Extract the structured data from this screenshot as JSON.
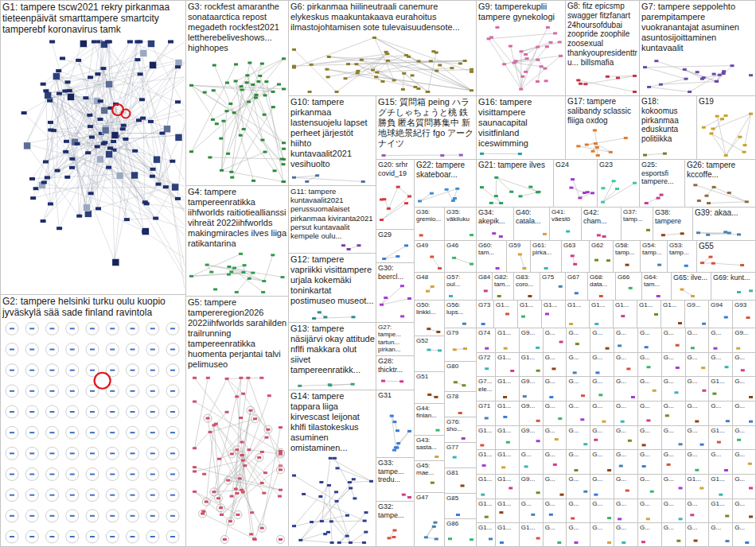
{
  "diagram": {
    "nodes": [
      {
        "text": [
          "G1: tampere tscw2021 rekry pirkanmaa tieteenpäivät smarttampere smartcity tamperebf koronavirus tamk"
        ]
      },
      {
        "text": [
          "G3: rockfest amaranthe sonataarctica repost megadeth rockfest2021 lettherebeliveshows... highhopes"
        ]
      },
      {
        "text": [
          "G6: pirkanmaa hiilineutraali canemure elykeskus maakuntakaava eurahoitus ilmastojohtamisen sote tulevaisuudensote..."
        ]
      },
      {
        "text": [
          "G9: tamperekuplii tampere gynekologi"
        ]
      },
      {
        "text": [
          "G8: fitz epicsmp swagger fitzfanart 24hoursofdubai zoopride zoophile zoosexual thankyoupresidenttru... billsmafia"
        ]
      },
      {
        "text": [
          "G7: tampere seppolehto parempitampere vuokranantajat asuminen asuntosijoittaminen kuntavaalit"
        ]
      },
      {
        "text": [
          "G10: tampere pirkanmaa lastensuojelu lapset perheet järjestöt hiihto kuntavaalit2021 vesihuolto"
        ]
      },
      {
        "text": [
          "G15: 質問箱 peing ハラグチしゃちょうと桃 鉄勝負 匿名質問募集中 新地球絶景紀行 fgo アークナイツ"
        ]
      },
      {
        "text": [
          "G16: tampere visittampere saunacapital visitfinland iceswimming"
        ]
      },
      {
        "text": [
          "G17: tampere salibandy sclassic fliiga oxdog"
        ]
      },
      {
        "text": [
          "G18: kokoomus pirkanmaa eduskunta politiikka"
        ]
      },
      {
        "text": [
          "G19"
        ]
      },
      {
        "text": [
          "G20: srhr covid_19"
        ]
      },
      {
        "text": [
          "G22: tampere skateboar..."
        ]
      },
      {
        "text": [
          "G21: tampere ilves"
        ]
      },
      {
        "text": [
          "G24"
        ]
      },
      {
        "text": [
          "G23"
        ]
      },
      {
        "text": [
          "G25: esportsfi tampere..."
        ]
      },
      {
        "text": [
          "G26: tampere kccoffe..."
        ]
      },
      {
        "text": [
          "G4: tampere tampereenratikka iihfworlds raitiotieallianssi vihreät 2022iihfworlds makingmiracles ilves liiga ratikantarina"
        ]
      },
      {
        "text": [
          "G11: tampere kuntavaalit2021 perussuomalaiset pirkanmaa kiviranta2021 persut kuntavaalit kempele oulu..."
        ]
      },
      {
        "text": [
          "G36: gremio..."
        ]
      },
      {
        "text": [
          "G35: väkiluku"
        ]
      },
      {
        "text": [
          "G34: akepik..."
        ]
      },
      {
        "text": [
          "G40: catala..."
        ]
      },
      {
        "text": [
          "G41: väestö"
        ]
      },
      {
        "text": [
          "G42: cham..."
        ]
      },
      {
        "text": [
          "G37: tamp..."
        ]
      },
      {
        "text": [
          "G38: tampere"
        ]
      },
      {
        "text": [
          "G39: akaa..."
        ]
      },
      {
        "text": [
          "G29"
        ]
      },
      {
        "text": [
          "G49"
        ]
      },
      {
        "text": [
          "G46"
        ]
      },
      {
        "text": [
          "G60: tam..."
        ]
      },
      {
        "text": [
          "G59"
        ]
      },
      {
        "text": [
          "G61: pirka..."
        ]
      },
      {
        "text": [
          "G63"
        ]
      },
      {
        "text": [
          "G62"
        ]
      },
      {
        "text": [
          "G58: tamp..."
        ]
      },
      {
        "text": [
          "G54: tamp..."
        ]
      },
      {
        "text": [
          "G53: tamp..."
        ]
      },
      {
        "text": [
          "G55"
        ]
      },
      {
        "text": [
          "G12: tampere vapriikki visittampere urjala kokemäki toninkartat postimuseo museot..."
        ]
      },
      {
        "text": [
          "G30: beercl..."
        ]
      },
      {
        "text": [
          "G48"
        ]
      },
      {
        "text": [
          "G57: oul..."
        ]
      },
      {
        "text": [
          "G84"
        ]
      },
      {
        "text": [
          "G82: tam..."
        ]
      },
      {
        "text": [
          "G83: coro..."
        ]
      },
      {
        "text": [
          "G75"
        ]
      },
      {
        "text": [
          "G67"
        ]
      },
      {
        "text": [
          "G68: data..."
        ]
      },
      {
        "text": [
          "G66"
        ]
      },
      {
        "text": [
          "G64: tam..."
        ]
      },
      {
        "text": [
          "G65: ilve..."
        ]
      },
      {
        "text": [
          "G69: kunt..."
        ]
      },
      {
        "text": [
          "G2: tampere helsinki turku oulu kuopio jyväskylä sää sade finland ravintola"
        ]
      },
      {
        "text": [
          "G5: tampere tampereregion2026 2022iihfworlds sarahilden trailrunning tampereenratikka huomenta perjantai talvi pelimuseo"
        ]
      },
      {
        "text": [
          "G50: linkki..."
        ]
      },
      {
        "text": [
          "G56: lups..."
        ]
      },
      {
        "text": [
          "G73"
        ]
      },
      {
        "text": [
          "G1..."
        ]
      },
      {
        "text": [
          "G1..."
        ]
      },
      {
        "text": [
          "G1..."
        ]
      },
      {
        "text": [
          "G1..."
        ]
      },
      {
        "text": [
          "G1..."
        ]
      },
      {
        "text": [
          "G1..."
        ]
      },
      {
        "text": [
          "G1..."
        ]
      },
      {
        "text": [
          "G1..."
        ]
      },
      {
        "text": [
          "G9..."
        ]
      },
      {
        "text": [
          "G94"
        ]
      },
      {
        "text": [
          "G93"
        ]
      },
      {
        "text": [
          "G13: tampere näsijärvi okay attitude nflfi makkara olut siivet tampereenratikk..."
        ]
      },
      {
        "text": [
          "G27: tampe... tartun... pirkan..."
        ]
      },
      {
        "text": [
          "G79"
        ]
      },
      {
        "text": [
          "G52"
        ]
      },
      {
        "text": [
          "G28: thicktr..."
        ]
      },
      {
        "text": [
          "G80"
        ]
      },
      {
        "text": [
          "G51"
        ]
      },
      {
        "text": [
          "G14: tampere tappara liiga kirvescast leijonat khlfi tilastokeskus asuminen omistaminen..."
        ]
      },
      {
        "text": [
          "G31"
        ]
      },
      {
        "text": [
          "G78"
        ]
      },
      {
        "text": [
          "G44: finlan..."
        ]
      },
      {
        "text": [
          "G76: sho..."
        ]
      },
      {
        "text": [
          "G43: sasta..."
        ]
      },
      {
        "text": [
          "G77"
        ]
      },
      {
        "text": [
          "G33: tampe... tredu..."
        ]
      },
      {
        "text": [
          "G45: mae..."
        ]
      },
      {
        "text": [
          "G81"
        ]
      },
      {
        "text": [
          "G47"
        ]
      },
      {
        "text": [
          "G85"
        ]
      },
      {
        "text": [
          "G32: tampe..."
        ]
      },
      {
        "text": [
          "G86"
        ]
      },
      {
        "text": [
          "G74"
        ]
      },
      {
        "text": [
          "G1..."
        ]
      },
      {
        "text": [
          "G9..."
        ]
      },
      {
        "text": [
          "G..."
        ]
      },
      {
        "text": [
          "G..."
        ]
      },
      {
        "text": [
          "G..."
        ]
      },
      {
        "text": [
          "G..."
        ]
      },
      {
        "text": [
          "G..."
        ]
      },
      {
        "text": [
          "G..."
        ]
      },
      {
        "text": [
          "G..."
        ]
      },
      {
        "text": [
          "G..."
        ]
      },
      {
        "text": [
          "G9..."
        ]
      },
      {
        "text": [
          "G72"
        ]
      },
      {
        "text": [
          "G1..."
        ]
      },
      {
        "text": [
          "G1..."
        ]
      },
      {
        "text": [
          "G..."
        ]
      },
      {
        "text": [
          "G..."
        ]
      },
      {
        "text": [
          "G..."
        ]
      },
      {
        "text": [
          "G..."
        ]
      },
      {
        "text": [
          "G..."
        ]
      },
      {
        "text": [
          "G..."
        ]
      },
      {
        "text": [
          "G..."
        ]
      },
      {
        "text": [
          "G..."
        ]
      },
      {
        "text": [
          "G..."
        ]
      },
      {
        "text": [
          "G7... ele..."
        ]
      },
      {
        "text": [
          "G1..."
        ]
      },
      {
        "text": [
          "G9..."
        ]
      },
      {
        "text": [
          "G..."
        ]
      },
      {
        "text": [
          "G..."
        ]
      },
      {
        "text": [
          "G..."
        ]
      },
      {
        "text": [
          "G..."
        ]
      },
      {
        "text": [
          "G..."
        ]
      },
      {
        "text": [
          "G..."
        ]
      },
      {
        "text": [
          "G..."
        ]
      },
      {
        "text": [
          "G1..."
        ]
      },
      {
        "text": [
          "G..."
        ]
      },
      {
        "text": [
          "G71"
        ]
      },
      {
        "text": [
          "G1..."
        ]
      },
      {
        "text": [
          "G9..."
        ]
      },
      {
        "text": [
          "G..."
        ]
      },
      {
        "text": [
          "G..."
        ]
      },
      {
        "text": [
          "G..."
        ]
      },
      {
        "text": [
          "G..."
        ]
      },
      {
        "text": [
          "G..."
        ]
      },
      {
        "text": [
          "G..."
        ]
      },
      {
        "text": [
          "G..."
        ]
      },
      {
        "text": [
          "G..."
        ]
      },
      {
        "text": [
          "G..."
        ]
      },
      {
        "text": [
          "G1..."
        ]
      },
      {
        "text": [
          "G1..."
        ]
      },
      {
        "text": [
          "G9..."
        ]
      },
      {
        "text": [
          "G..."
        ]
      },
      {
        "text": [
          "G..."
        ]
      },
      {
        "text": [
          "G..."
        ]
      },
      {
        "text": [
          "G..."
        ]
      },
      {
        "text": [
          "G..."
        ]
      },
      {
        "text": [
          "G..."
        ]
      },
      {
        "text": [
          "G..."
        ]
      },
      {
        "text": [
          "G1..."
        ]
      },
      {
        "text": [
          "G..."
        ]
      },
      {
        "text": [
          "G1..."
        ]
      },
      {
        "text": [
          "G1..."
        ]
      },
      {
        "text": [
          "G..."
        ]
      },
      {
        "text": [
          "G..."
        ]
      },
      {
        "text": [
          "G..."
        ]
      },
      {
        "text": [
          "G..."
        ]
      },
      {
        "text": [
          "G..."
        ]
      },
      {
        "text": [
          "G..."
        ]
      },
      {
        "text": [
          "G..."
        ]
      },
      {
        "text": [
          "G..."
        ]
      },
      {
        "text": [
          "G..."
        ]
      },
      {
        "text": [
          "G..."
        ]
      },
      {
        "text": [
          "G1..."
        ]
      },
      {
        "text": [
          "G1..."
        ]
      },
      {
        "text": [
          "G9..."
        ]
      },
      {
        "text": [
          "G..."
        ]
      },
      {
        "text": [
          "G..."
        ]
      },
      {
        "text": [
          "G..."
        ]
      },
      {
        "text": [
          "G..."
        ]
      },
      {
        "text": [
          "G..."
        ]
      },
      {
        "text": [
          "G..."
        ]
      },
      {
        "text": [
          "G1..."
        ]
      },
      {
        "text": [
          "G1..."
        ]
      },
      {
        "text": [
          "G..."
        ]
      },
      {
        "text": [
          "G1..."
        ]
      },
      {
        "text": [
          "G1..."
        ]
      },
      {
        "text": [
          "G..."
        ]
      },
      {
        "text": [
          "G..."
        ]
      },
      {
        "text": [
          "G..."
        ]
      },
      {
        "text": [
          "G..."
        ]
      },
      {
        "text": [
          "G..."
        ]
      },
      {
        "text": [
          "G..."
        ]
      },
      {
        "text": [
          "G..."
        ]
      },
      {
        "text": [
          "G..."
        ]
      },
      {
        "text": [
          "G1..."
        ]
      },
      {
        "text": [
          "G..."
        ]
      },
      {
        "text": [
          "G1..."
        ]
      },
      {
        "text": [
          "G1..."
        ]
      },
      {
        "text": [
          "G1..."
        ]
      },
      {
        "text": [
          "G..."
        ]
      },
      {
        "text": [
          "G..."
        ]
      },
      {
        "text": [
          "G..."
        ]
      },
      {
        "text": [
          "G..."
        ]
      },
      {
        "text": [
          "G..."
        ]
      },
      {
        "text": [
          "G..."
        ]
      },
      {
        "text": [
          "G..."
        ]
      },
      {
        "text": [
          "G..."
        ]
      },
      {
        "text": [
          "G..."
        ]
      }
    ]
  }
}
